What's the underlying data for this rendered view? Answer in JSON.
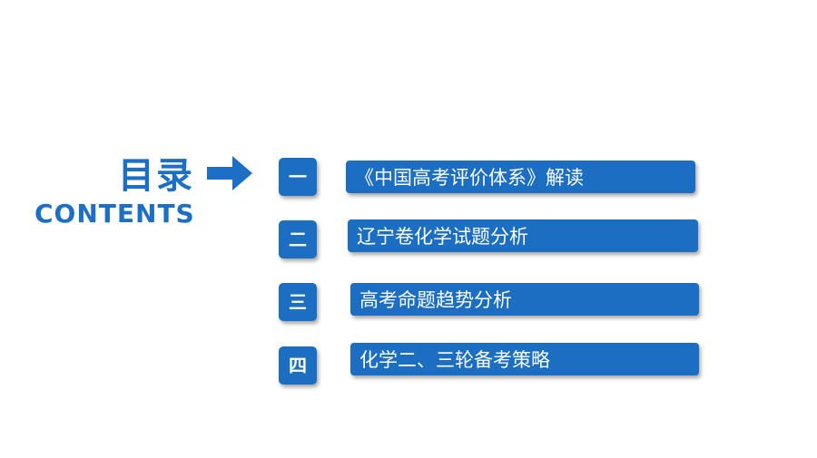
{
  "title": {
    "zh": "目录",
    "en": "CONTENTS"
  },
  "icons": {
    "arrow": "arrow-right-icon"
  },
  "colors": {
    "accent": "#1b6ec2",
    "title": "#1c6fc4",
    "text_on_accent": "#ffffff"
  },
  "items": [
    {
      "number": "一",
      "label": "《中国高考评价体系》解读"
    },
    {
      "number": "二",
      "label": "辽宁卷化学试题分析"
    },
    {
      "number": "三",
      "label": "高考命题趋势分析"
    },
    {
      "number": "四",
      "label": "化学二、三轮备考策略"
    }
  ]
}
